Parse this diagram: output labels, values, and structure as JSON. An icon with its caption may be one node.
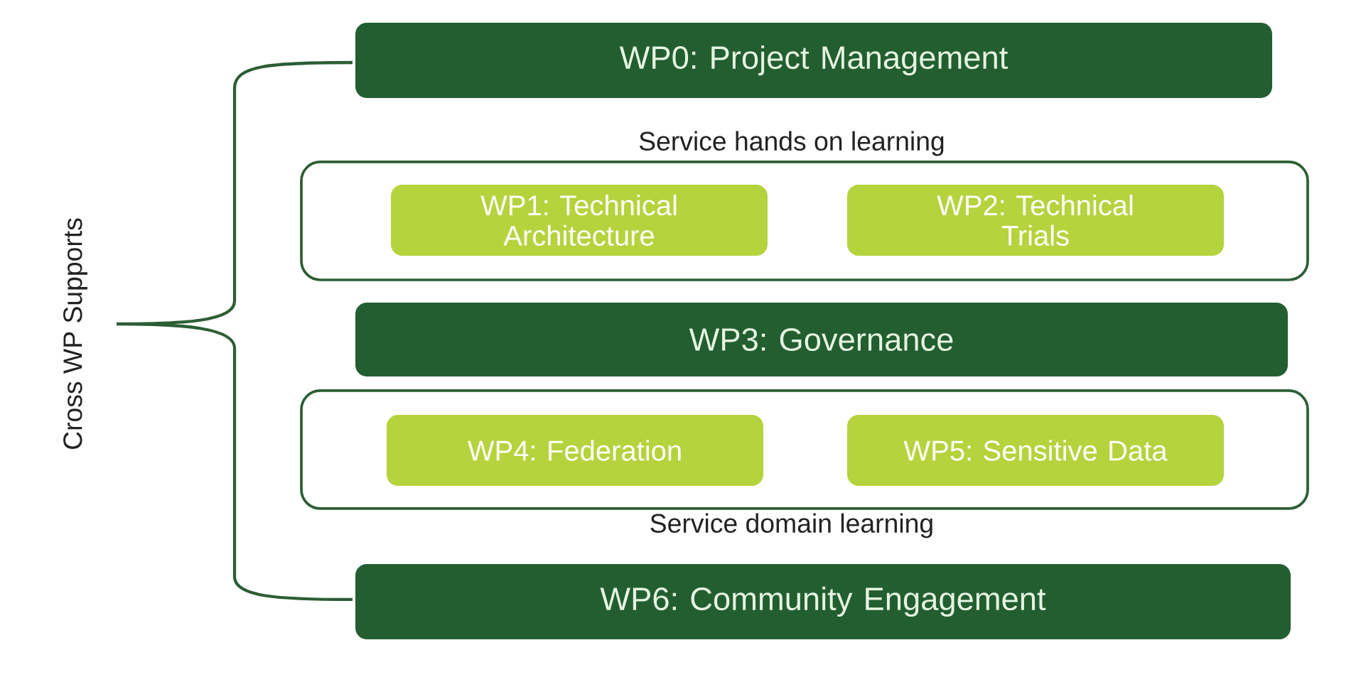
{
  "diagram": {
    "nodes": [
      {
        "text": [
          "WP0: Project Management"
        ]
      },
      {
        "text": [
          "Service hands on learning"
        ]
      },
      {
        "text": [
          "WP1: Technical Architecture"
        ],
        "in": 1
      },
      {
        "text": [
          "WP2: Technical Trials"
        ],
        "in": 1
      },
      {
        "text": [
          "WP3: Governance"
        ]
      },
      {
        "text": [
          "Service domain learning"
        ]
      },
      {
        "text": [
          "WP4: Federation"
        ],
        "in": 5
      },
      {
        "text": [
          "WP5: Sensitive Data"
        ],
        "in": 5
      },
      {
        "text": [
          "WP6: Community Engagement"
        ]
      }
    ],
    "labels": [
      "Cross WP Supports"
    ]
  }
}
